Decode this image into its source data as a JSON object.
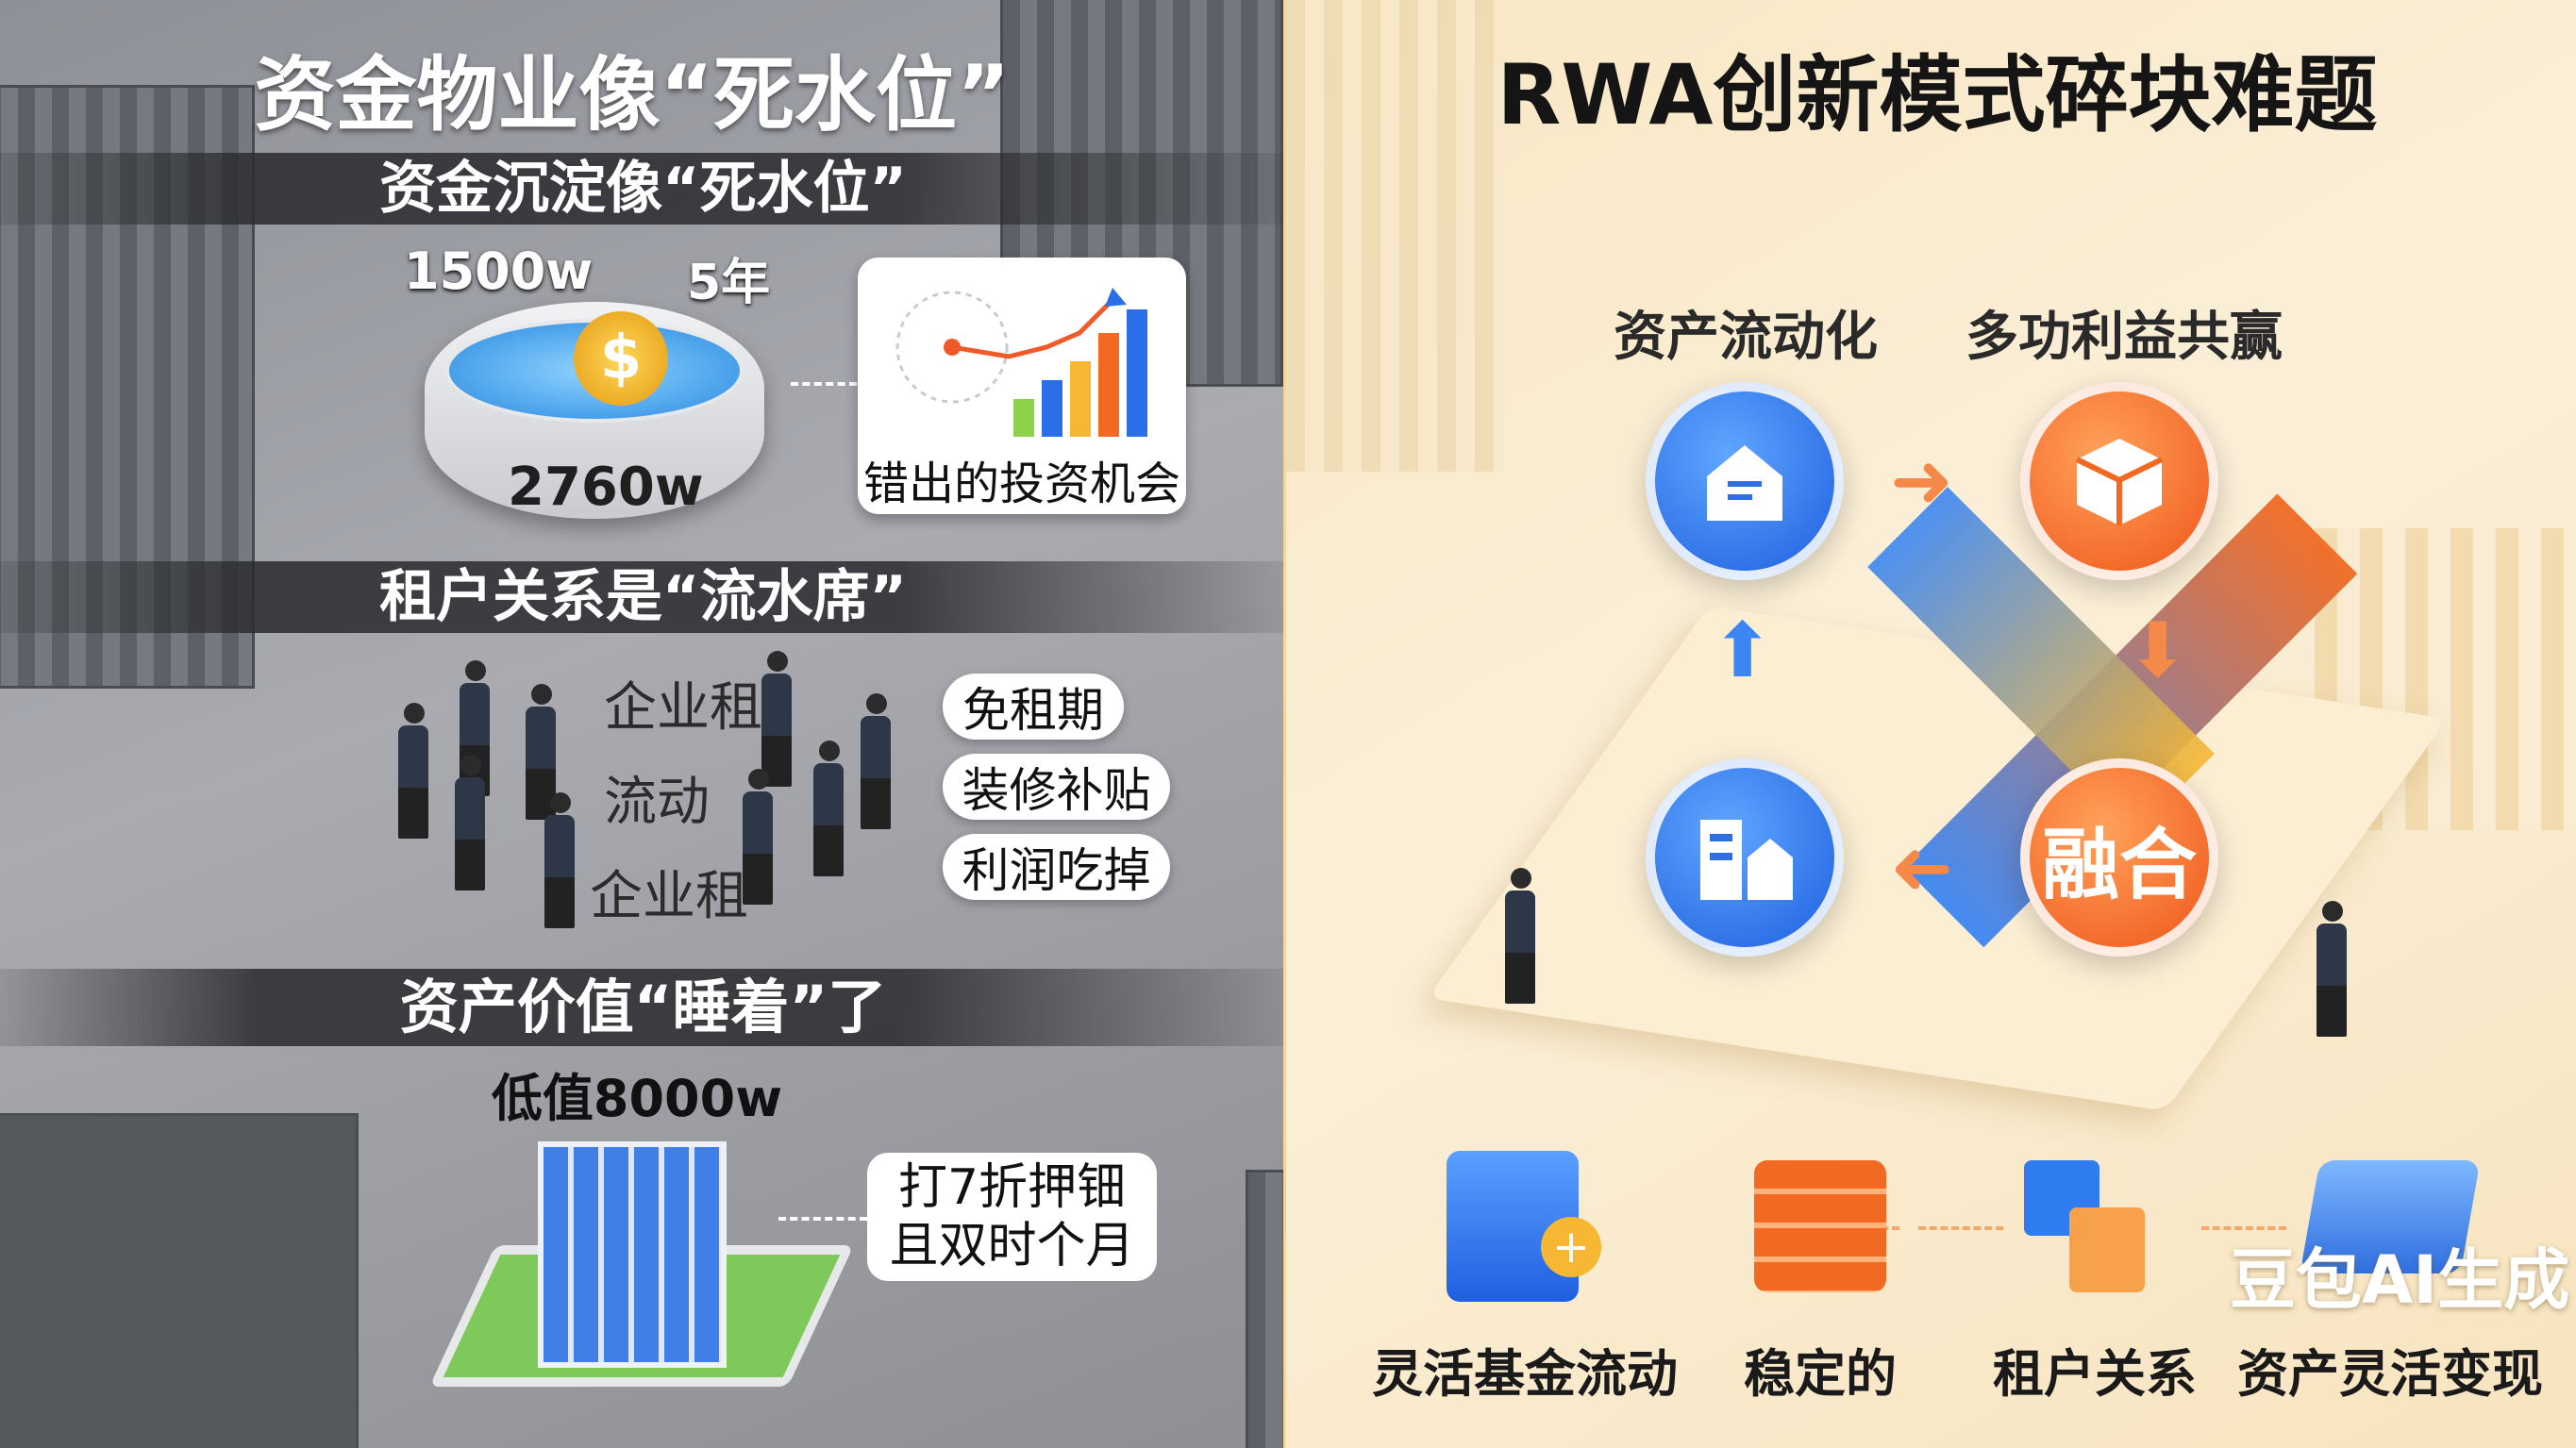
{
  "left": {
    "title": "资金物业像“死水位”",
    "section1": {
      "heading": "资金沉淀像“死水位”",
      "amount_top": "1500w",
      "years": "5年",
      "amount_pool": "2760w",
      "chart_caption": "错出的投资机会"
    },
    "section2": {
      "heading": "租户关系是“流水席”",
      "labels": [
        "企业租",
        "流动",
        "企业租"
      ],
      "pills": [
        "免租期",
        "装修补贴",
        "利润吃掉"
      ]
    },
    "section3": {
      "heading": "资产价值“睡着”了",
      "value": "低值8000w",
      "callout_line1": "打7折押钿",
      "callout_line2": "且双时个月"
    }
  },
  "right": {
    "title": "RWA创新模式碎块难题",
    "top_labels": [
      "资产流动化",
      "多功利益共赢"
    ],
    "center_text": "融合",
    "bottom_items": [
      "灵活基金流动",
      "稳定的",
      "租户关系",
      "资产灵活变现"
    ],
    "watermark": "豆包AI生成"
  },
  "colors": {
    "blue": "#2f7bf0",
    "orange": "#f26a22",
    "yellow": "#f7b733",
    "cream": "#f8e7c4"
  }
}
